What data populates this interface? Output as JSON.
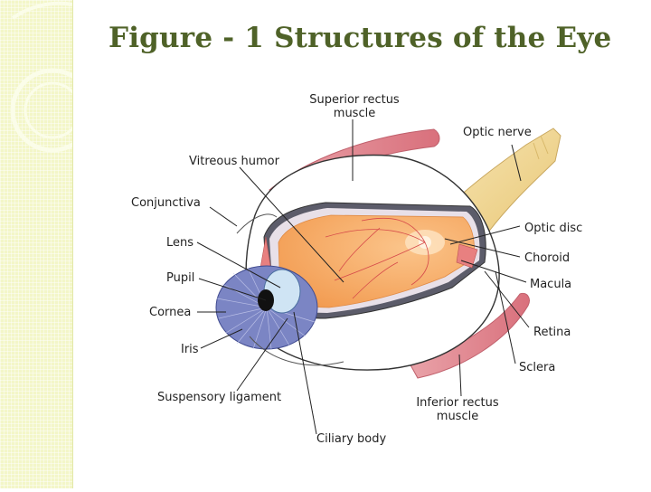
{
  "slide": {
    "title": "Figure - 1 Structures of the Eye"
  },
  "colors": {
    "accent_sidebar": "#f3f6c8",
    "title_color": "#4f6228",
    "vitreous": "#f6a55e",
    "muscle": "#d97a84",
    "optic_nerve": "#f1d898",
    "iris": "#7b85c4"
  },
  "diagram": {
    "labels": {
      "superior_rectus_line1": "Superior rectus",
      "superior_rectus_line2": "muscle",
      "optic_nerve": "Optic nerve",
      "vitreous_humor": "Vitreous humor",
      "conjunctiva": "Conjunctiva",
      "lens": "Lens",
      "pupil": "Pupil",
      "cornea": "Cornea",
      "iris": "Iris",
      "suspensory_ligament": "Suspensory ligament",
      "ciliary_body": "Ciliary body",
      "optic_disc": "Optic disc",
      "choroid": "Choroid",
      "macula": "Macula",
      "retina": "Retina",
      "sclera": "Sclera",
      "inferior_rectus_line1": "Inferior rectus",
      "inferior_rectus_line2": "muscle"
    }
  }
}
